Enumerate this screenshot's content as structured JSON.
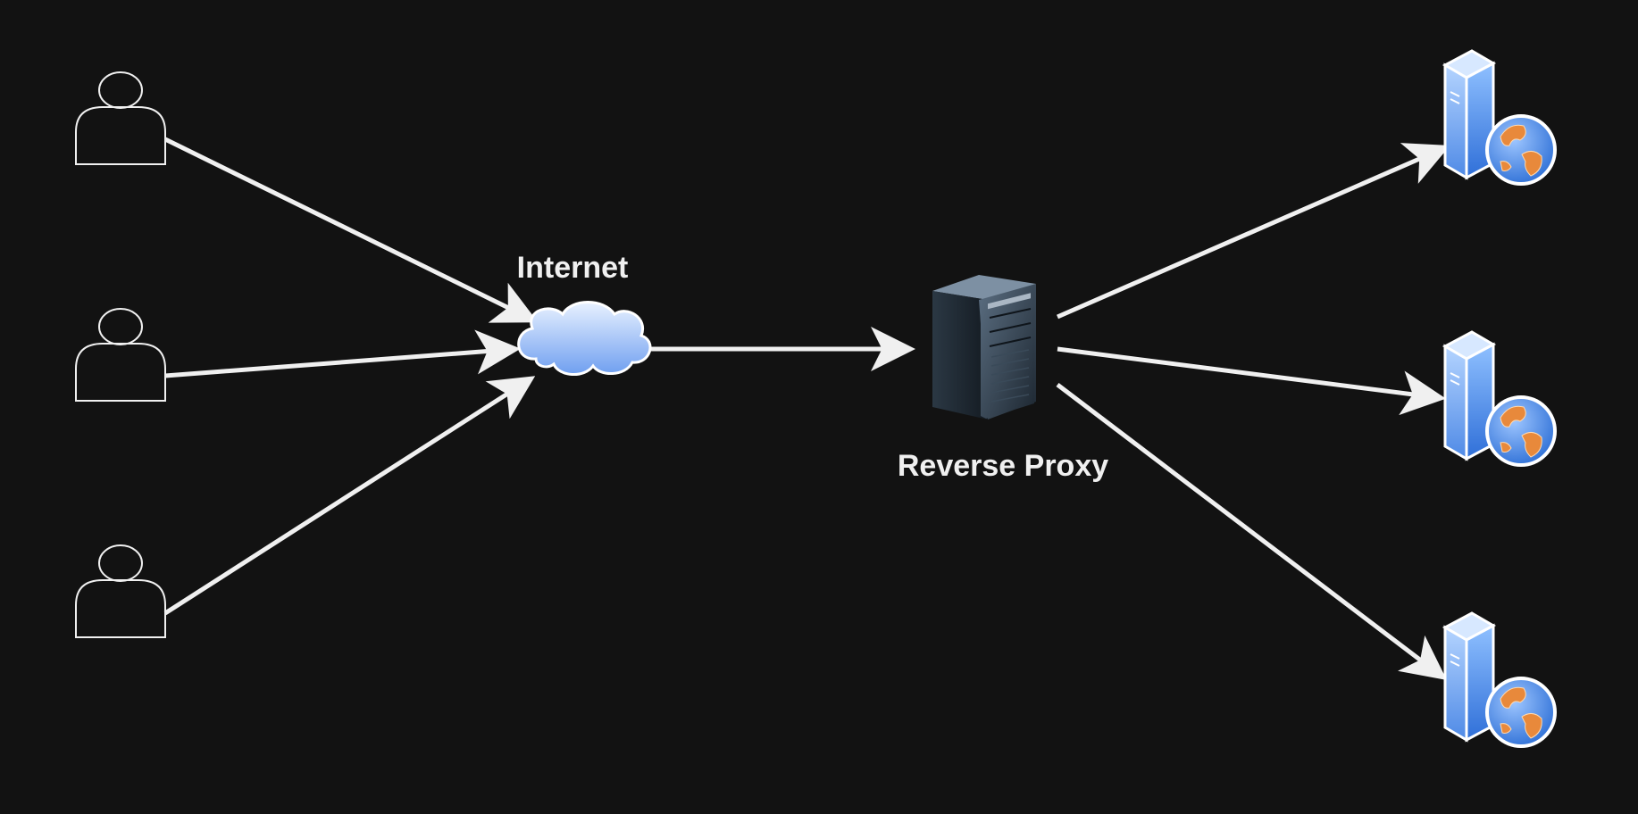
{
  "diagram": {
    "background": "#121212",
    "stroke_color": "#f0f0f0",
    "nodes": {
      "clients": [
        {
          "id": "client-1",
          "icon": "user-icon"
        },
        {
          "id": "client-2",
          "icon": "user-icon"
        },
        {
          "id": "client-3",
          "icon": "user-icon"
        }
      ],
      "internet": {
        "label": "Internet",
        "icon": "cloud-icon"
      },
      "proxy": {
        "label": "Reverse Proxy",
        "icon": "server-tower-icon"
      },
      "web_servers": [
        {
          "id": "web-server-1",
          "icon": "web-server-icon"
        },
        {
          "id": "web-server-2",
          "icon": "web-server-icon"
        },
        {
          "id": "web-server-3",
          "icon": "web-server-icon"
        }
      ]
    },
    "edges": [
      {
        "from": "client-1",
        "to": "internet"
      },
      {
        "from": "client-2",
        "to": "internet"
      },
      {
        "from": "client-3",
        "to": "internet"
      },
      {
        "from": "internet",
        "to": "proxy"
      },
      {
        "from": "proxy",
        "to": "web-server-1"
      },
      {
        "from": "proxy",
        "to": "web-server-2"
      },
      {
        "from": "proxy",
        "to": "web-server-3"
      }
    ]
  }
}
